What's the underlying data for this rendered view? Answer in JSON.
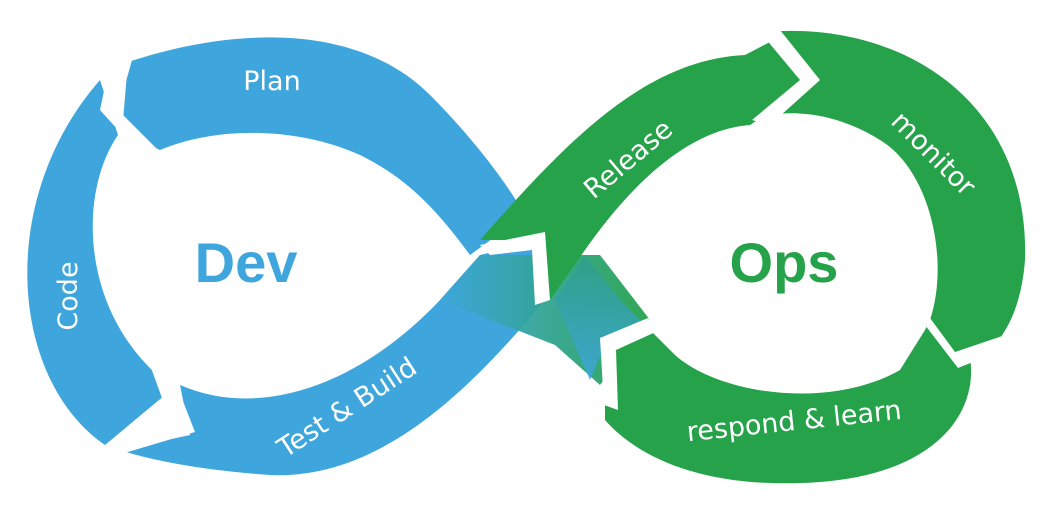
{
  "colors": {
    "dev": "#3ea6dc",
    "ops": "#25a24a",
    "dev_text": "#3ea6dc",
    "ops_text": "#25a24a",
    "background": "#ffffff"
  },
  "dev": {
    "title": "Dev",
    "stages": {
      "plan": "Plan",
      "code": "Code",
      "test_build": "Test & Build"
    }
  },
  "ops": {
    "title": "Ops",
    "stages": {
      "release": "Release",
      "monitor": "monitor",
      "respond_learn": "respond & learn"
    }
  }
}
